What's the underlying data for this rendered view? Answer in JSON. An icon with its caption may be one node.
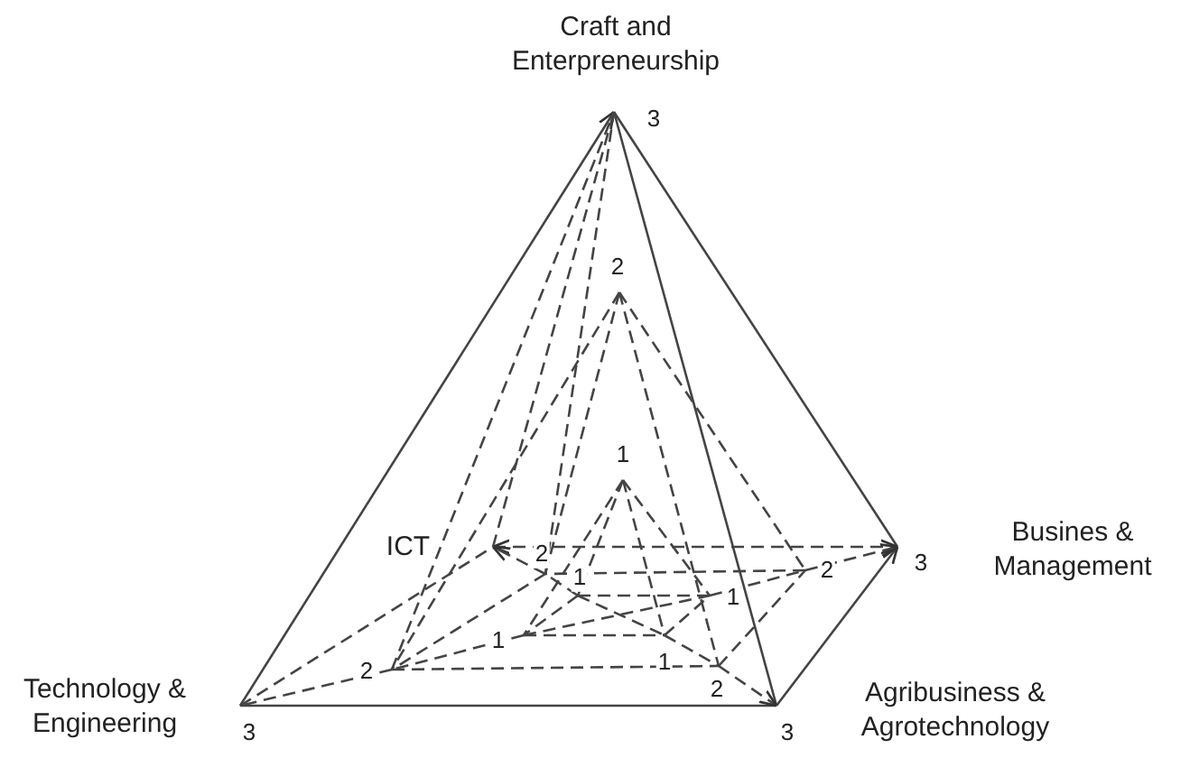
{
  "diagram": {
    "labels": [
      "Craft and Enterpreneurship",
      "3",
      "2",
      "1",
      "Busines & Management",
      "ICT",
      "2",
      "3",
      "2",
      "1",
      "1",
      "1",
      "1",
      "2",
      "Technology & Engineering",
      "2",
      "Agribusiness & Agrotechnology",
      "3",
      "3"
    ]
  }
}
